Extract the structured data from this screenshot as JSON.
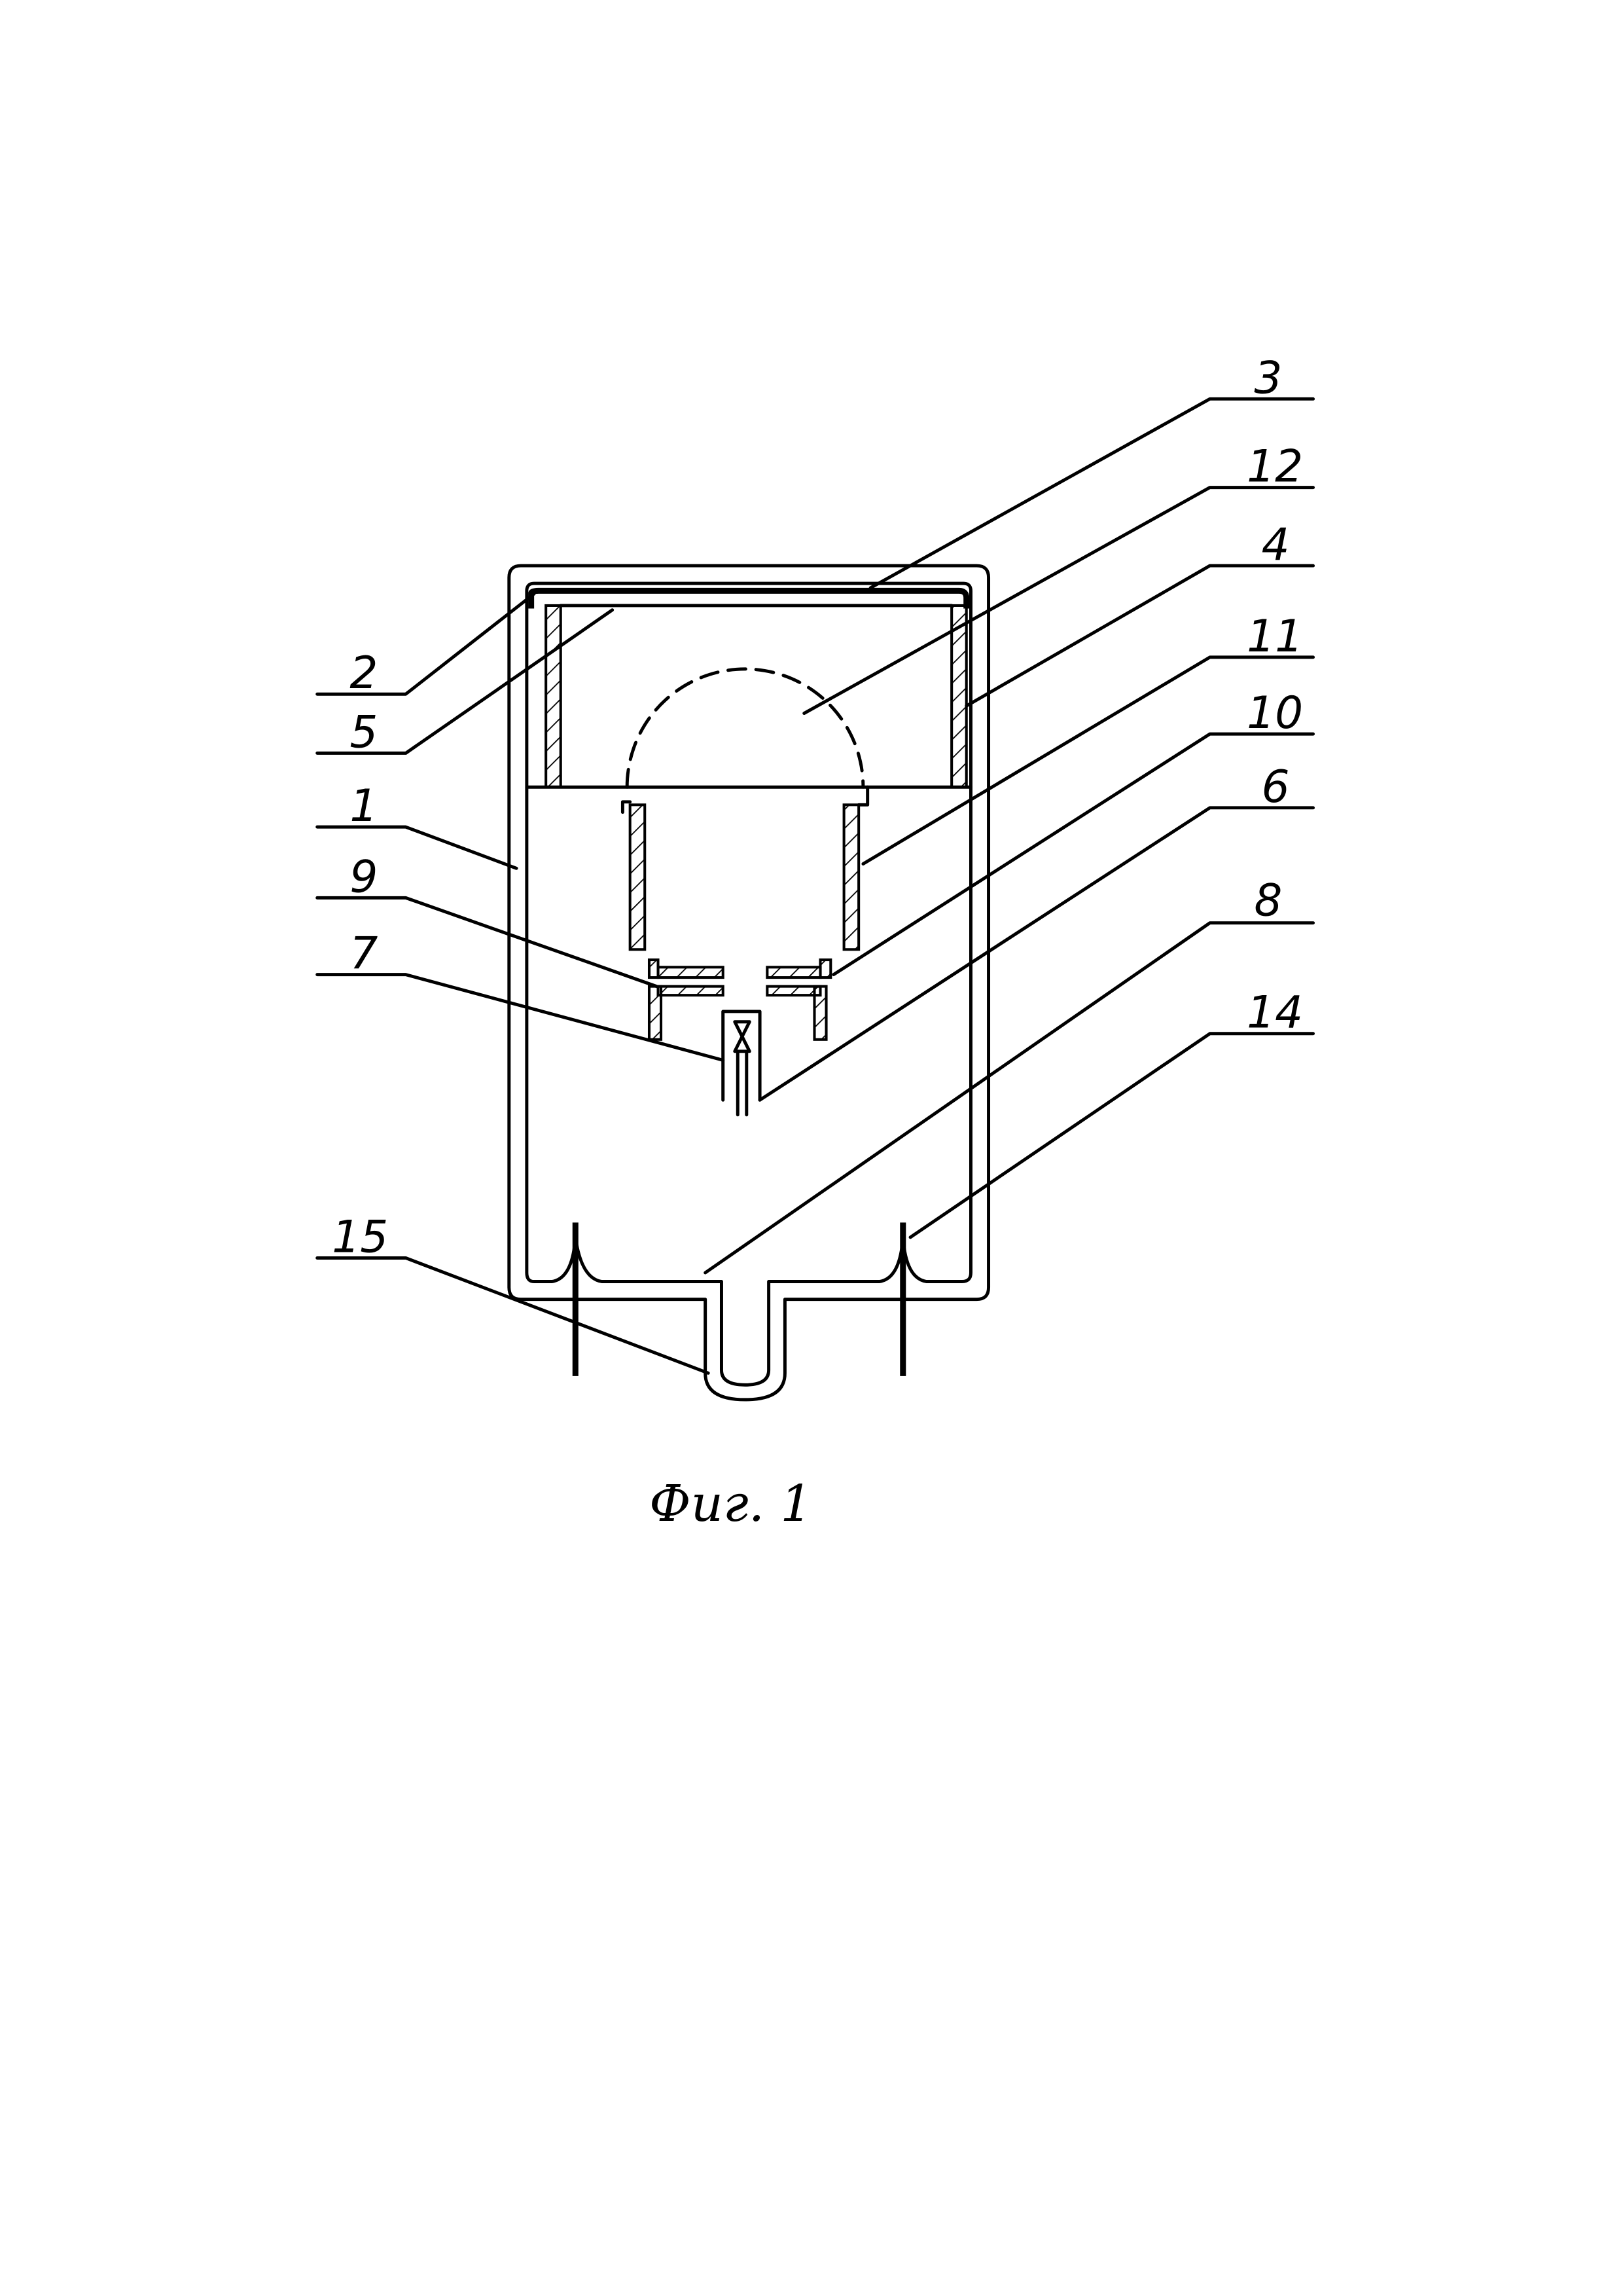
{
  "figure": {
    "caption": "Фиг. 1",
    "labels": {
      "l1": "1",
      "l2": "2",
      "l3": "3",
      "l4": "4",
      "l5": "5",
      "l6": "6",
      "l7": "7",
      "l8": "8",
      "l9": "9",
      "l10": "10",
      "l11": "11",
      "l12": "12",
      "l14": "14",
      "l15": "15"
    }
  }
}
